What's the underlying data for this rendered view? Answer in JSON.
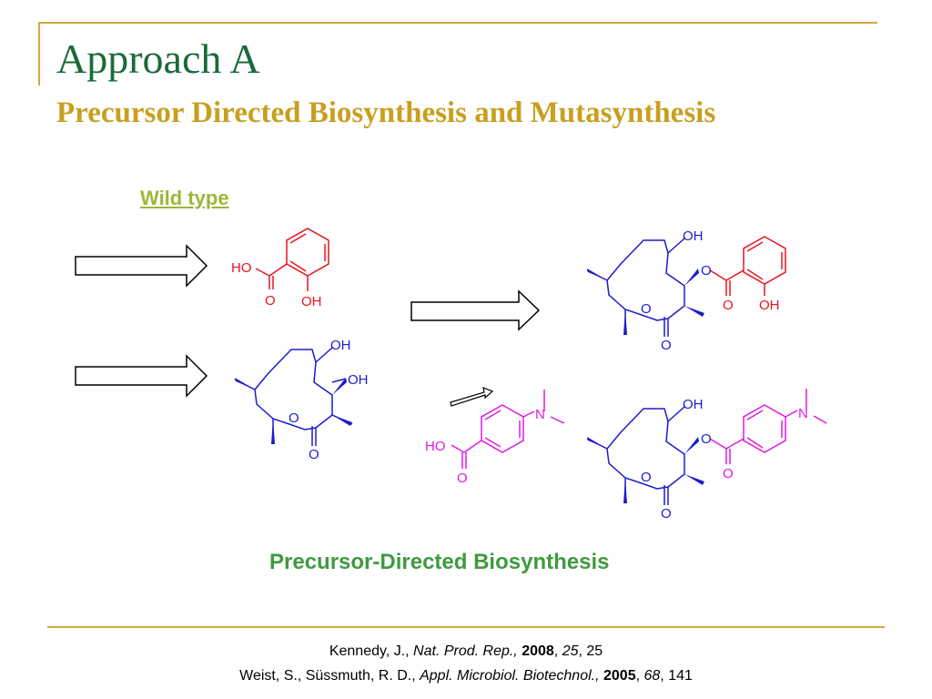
{
  "slide": {
    "title": "Approach A",
    "subtitle": "Precursor Directed Biosynthesis and Mutasynthesis",
    "wild_type_label": "Wild type",
    "caption": "Precursor-Directed Biosynthesis"
  },
  "colors": {
    "title": "#1a6b3a",
    "subtitle": "#c8a020",
    "salicylic": "#e8141e",
    "macrolide": "#1c1ccc",
    "dimethylamino": "#e019e0",
    "frame": "#d4aa3c"
  },
  "molecules": {
    "salicylic_acid": {
      "ho": "HO",
      "o": "O",
      "oh": "OH"
    },
    "macrolactone": {
      "oh1": "OH",
      "oh2": "OH",
      "o_ring": "O",
      "o_carbonyl": "O"
    },
    "product_top": {
      "oh": "OH",
      "o_ester": "O",
      "o_ring": "O",
      "o_carbonyl": "O",
      "o_acyl": "O",
      "oh_aryl": "OH"
    },
    "dma_acid": {
      "ho": "HO",
      "o": "O",
      "n": "N"
    },
    "product_bottom": {
      "oh": "OH",
      "o_ester": "O",
      "o_ring": "O",
      "o_carbonyl": "O",
      "o_acyl": "O",
      "n": "N"
    }
  },
  "references": [
    {
      "authors": "Kennedy, J., ",
      "journal": "Nat. Prod. Rep.,",
      "year": "2008",
      "volume": "25",
      "page": "25"
    },
    {
      "authors": "Weist, S.,  Süssmuth, R. D., ",
      "journal": "Appl. Microbiol. Biotechnol.,",
      "year": "2005",
      "volume": "68",
      "page": "141"
    }
  ]
}
